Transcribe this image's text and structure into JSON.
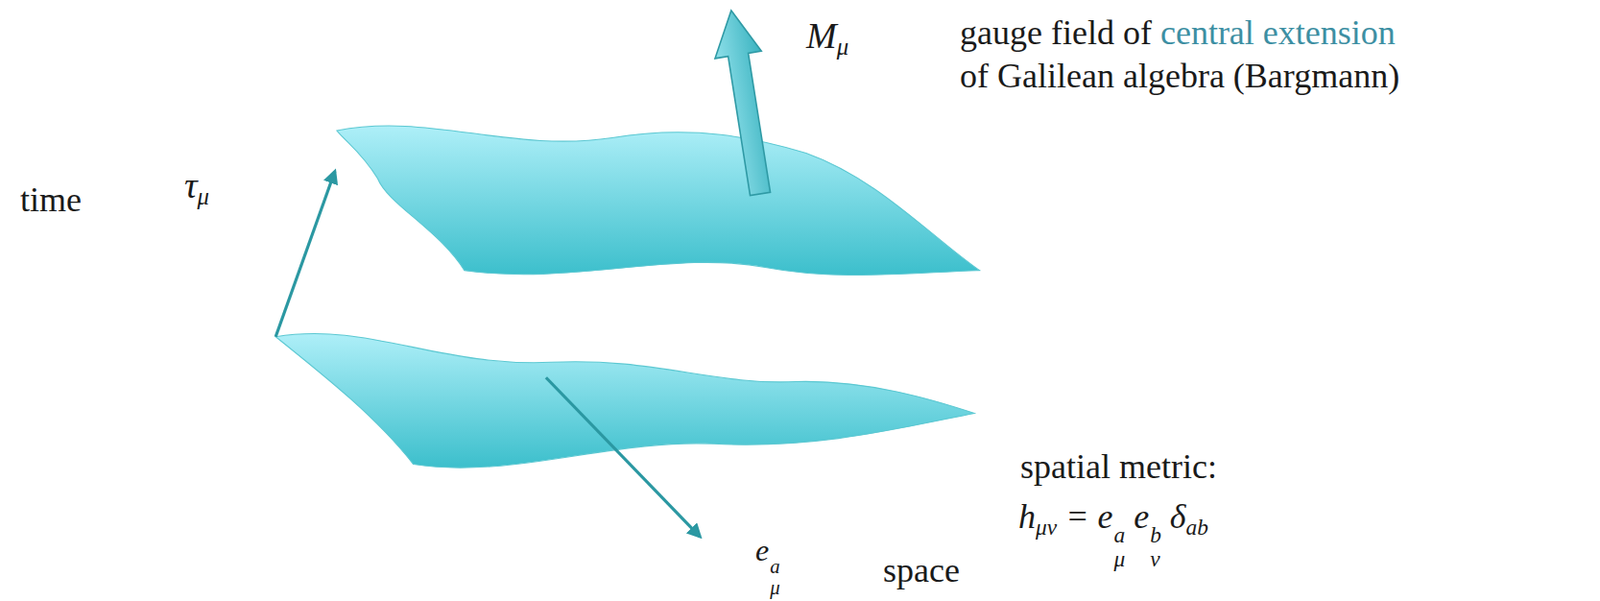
{
  "diagram": {
    "labels": [
      "Mμ",
      "gauge field of central extension of Galilean algebra (Bargmann)",
      "time",
      "τμ",
      "spatial metric:",
      "hμν = eμa eνb δab",
      "eμa",
      "space"
    ]
  }
}
